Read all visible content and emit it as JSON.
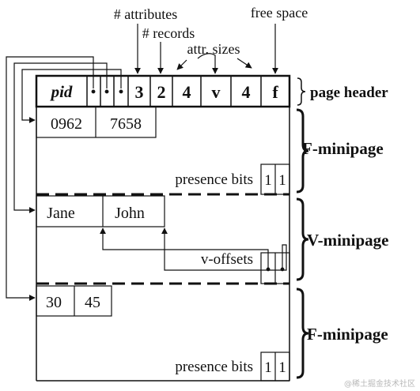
{
  "top_labels": {
    "attributes": "# attributes",
    "records": "# records",
    "attr_sizes": "attr. sizes",
    "free_space": "free space"
  },
  "header": {
    "cells": [
      "pid",
      "•",
      "•",
      "•",
      "3",
      "2",
      "4",
      "v",
      "4",
      "f"
    ],
    "label": "page header"
  },
  "minipage1": {
    "values": [
      "0962",
      "7658"
    ],
    "presence_label": "presence bits",
    "bits": [
      "1",
      "1"
    ],
    "label": "F-minipage"
  },
  "minipage2": {
    "values": [
      "Jane",
      "John"
    ],
    "offsets_label": "v-offsets",
    "offset_dots": [
      "•",
      "•"
    ],
    "label": "V-minipage"
  },
  "minipage3": {
    "values": [
      "30",
      "45"
    ],
    "presence_label": "presence bits",
    "bits": [
      "1",
      "1"
    ],
    "label": "F-minipage"
  },
  "watermark": "@稀土掘金技术社区"
}
